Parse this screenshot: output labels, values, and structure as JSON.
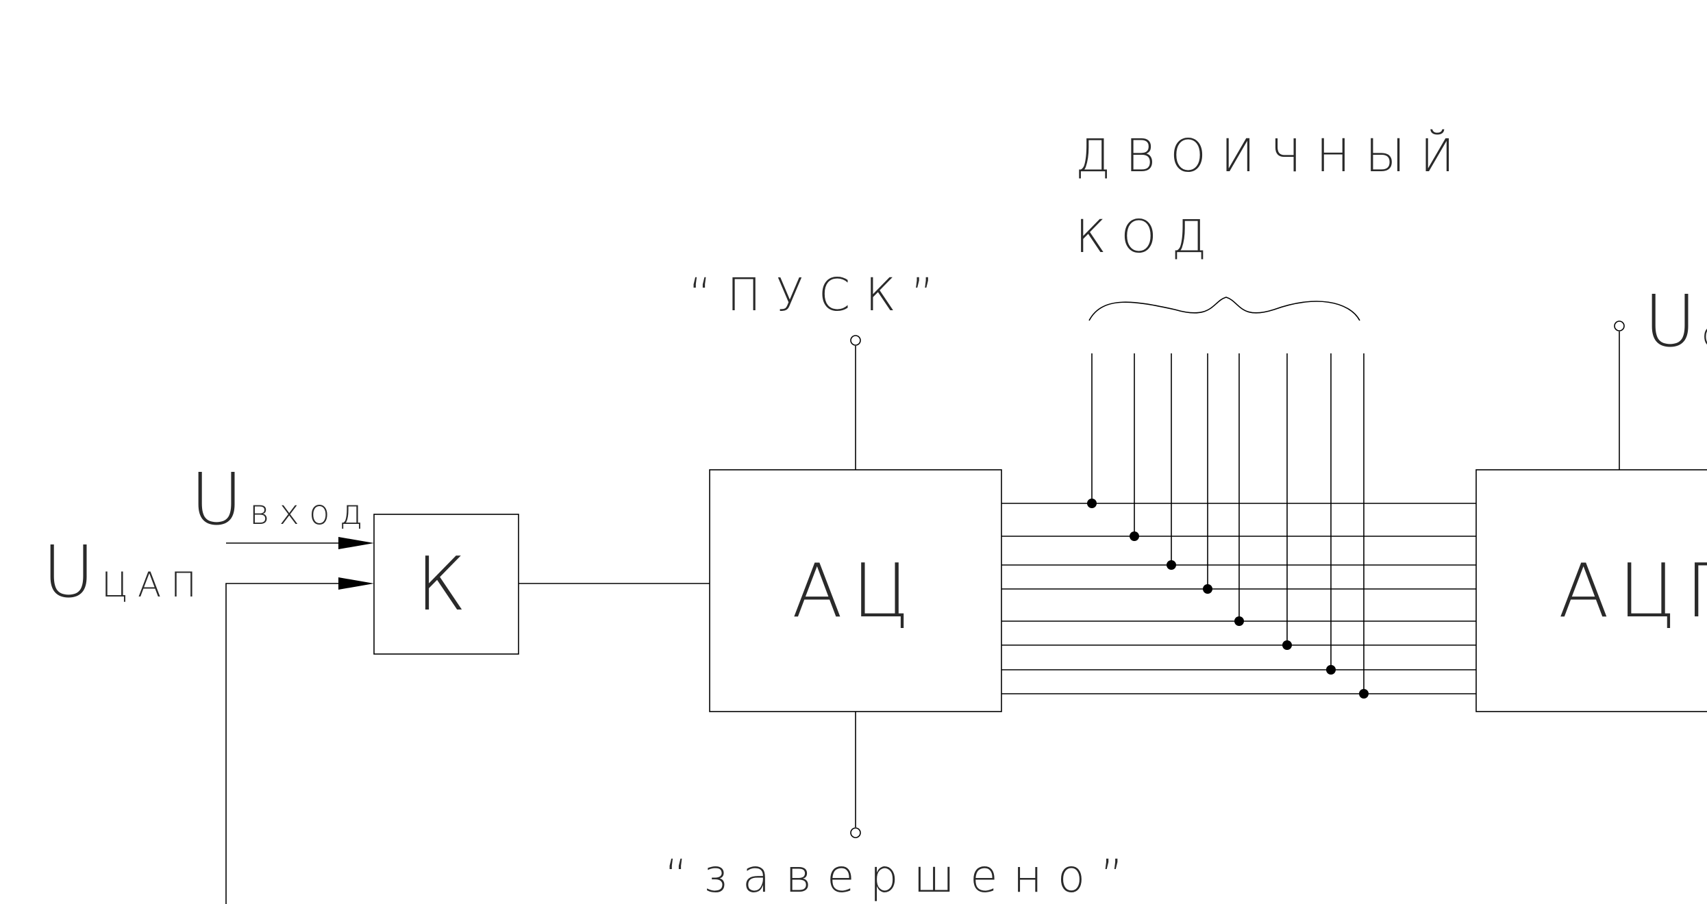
{
  "diagram": {
    "blocks": {
      "comparator": "К",
      "ac": "АЦ",
      "adc": "АЦП"
    },
    "labels": {
      "start": "“ПУСК”",
      "done": "“завершено”",
      "binary_code_line1": "ДВОИЧНЫЙ",
      "binary_code_line2": "КОД"
    },
    "inputs": {
      "u_in_main": "U",
      "u_in_sub": "вход",
      "u_dac_main": "U",
      "u_dac_sub": "ЦАП"
    },
    "right_edge": {
      "u_main": "U",
      "u_sub": "о"
    }
  }
}
